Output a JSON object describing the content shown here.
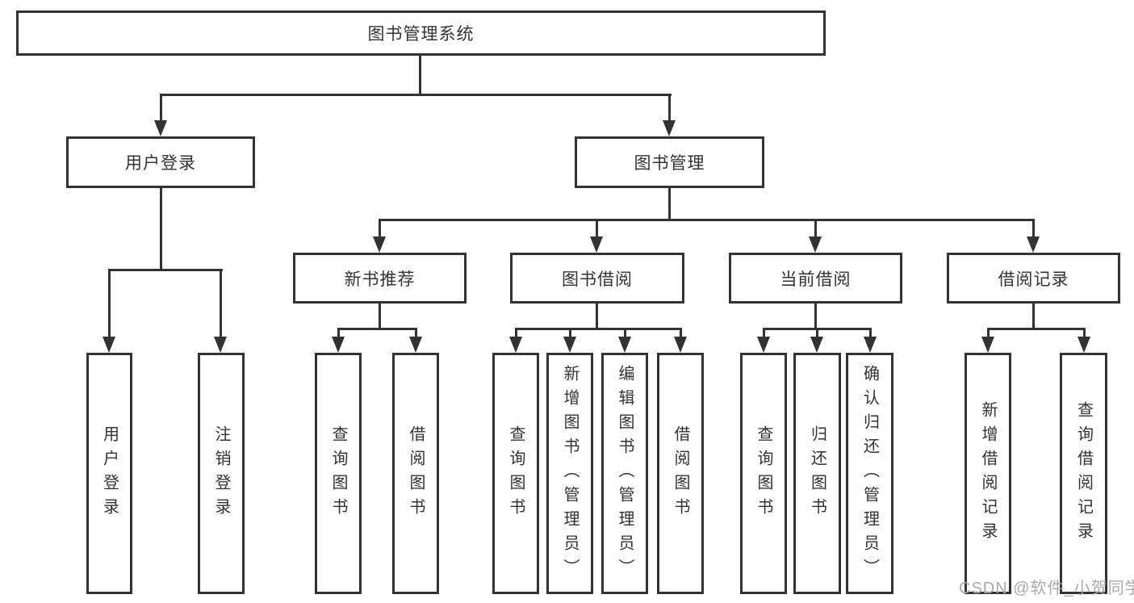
{
  "diagram": {
    "tree": {
      "label": "图书管理系统",
      "children": [
        {
          "label": "用户登录",
          "children": [
            {
              "label": "用户登录"
            },
            {
              "label": "注销登录"
            }
          ]
        },
        {
          "label": "图书管理",
          "children": [
            {
              "label": "新书推荐",
              "children": [
                {
                  "label": "查询图书"
                },
                {
                  "label": "借阅图书"
                }
              ]
            },
            {
              "label": "图书借阅",
              "children": [
                {
                  "label": "查询图书"
                },
                {
                  "label": "新增图书（管理员）"
                },
                {
                  "label": "编辑图书（管理员）"
                },
                {
                  "label": "借阅图书"
                }
              ]
            },
            {
              "label": "当前借阅",
              "children": [
                {
                  "label": "查询图书"
                },
                {
                  "label": "归还图书"
                },
                {
                  "label": "确认归还（管理员）"
                }
              ]
            },
            {
              "label": "借阅记录",
              "children": [
                {
                  "label": "新增借阅记录"
                },
                {
                  "label": "查询借阅记录"
                }
              ]
            }
          ]
        }
      ]
    },
    "colors": {
      "line": "#333333",
      "border": "#333333",
      "text": "#333333",
      "background": "#ffffff",
      "watermark_gray": "#aaaaaa"
    }
  },
  "watermark": {
    "text": "CSDN @软件_小贺同学"
  }
}
